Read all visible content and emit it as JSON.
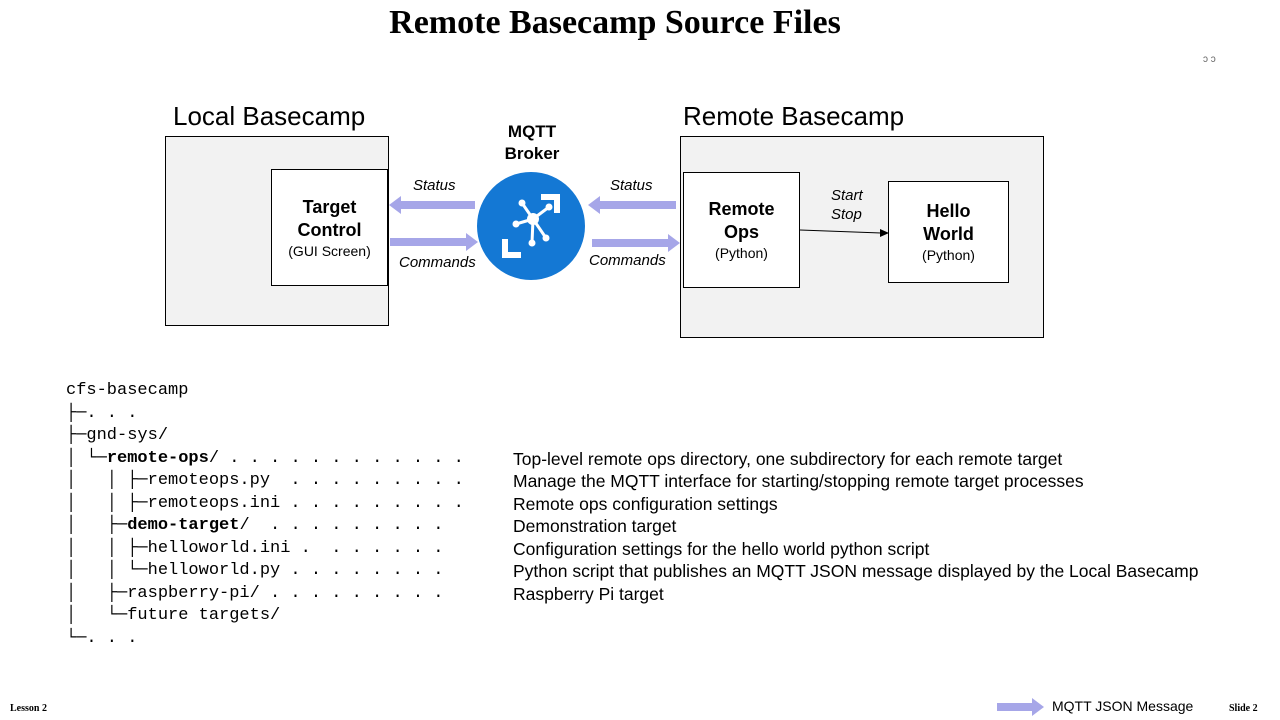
{
  "title": "Remote Basecamp Source Files",
  "corner_mark": "ↄ ↄ",
  "diagram": {
    "local_label": "Local Basecamp",
    "remote_label": "Remote Basecamp",
    "broker_label_line1": "MQTT",
    "broker_label_line2": "Broker",
    "broker_icon": "mqtt-broker-icon",
    "target_control": {
      "title_line1": "Target",
      "title_line2": "Control",
      "subtitle": "(GUI Screen)"
    },
    "remote_ops": {
      "title_line1": "Remote",
      "title_line2": "Ops",
      "subtitle": "(Python)"
    },
    "hello_world": {
      "title_line1": "Hello",
      "title_line2": "World",
      "subtitle": "(Python)"
    },
    "status_left": "Status",
    "commands_left": "Commands",
    "status_right": "Status",
    "commands_right": "Commands",
    "start_label": "Start",
    "stop_label": "Stop",
    "arrow_color": "#a6a6e8",
    "broker_color": "#1478d4"
  },
  "tree": [
    {
      "prefix": "cfs-basecamp",
      "name": "",
      "suffix": "",
      "desc": ""
    },
    {
      "prefix": "├─. . .",
      "name": "",
      "suffix": "",
      "desc": ""
    },
    {
      "prefix": "├─gnd-sys/",
      "name": "",
      "suffix": "",
      "desc": ""
    },
    {
      "prefix": "│ └─",
      "name": "remote-ops",
      "suffix": "/ . . . . . . . . . . . .",
      "desc": "Top-level remote ops directory, one subdirectory for each remote target"
    },
    {
      "prefix": "│   │ ├─remoteops.py  . . . . . . . . .",
      "name": "",
      "suffix": "",
      "desc": "Manage the MQTT interface for starting/stopping remote target processes"
    },
    {
      "prefix": "│   │ ├─remoteops.ini . . . . . . . . .",
      "name": "",
      "suffix": "",
      "desc": "Remote ops configuration settings"
    },
    {
      "prefix": "│   ├─",
      "name": "demo-target",
      "suffix": "/  . . . . . . . . .",
      "desc": "Demonstration target"
    },
    {
      "prefix": "│   │ ├─helloworld.ini .  . . . . . .",
      "name": "",
      "suffix": "",
      "desc": "Configuration settings for the hello world python script"
    },
    {
      "prefix": "│   │ └─helloworld.py . . . . . . . .",
      "name": "",
      "suffix": "",
      "desc": "Python script that  publishes an MQTT JSON message displayed by the Local Basecamp"
    },
    {
      "prefix": "│   ├─raspberry-pi/ . . . . . . . . .",
      "name": "",
      "suffix": "",
      "desc": "Raspberry Pi target"
    },
    {
      "prefix": "│   └─future targets/",
      "name": "",
      "suffix": "",
      "desc": ""
    },
    {
      "prefix": "└─. . .",
      "name": "",
      "suffix": "",
      "desc": ""
    }
  ],
  "legend": {
    "label": "MQTT JSON Message"
  },
  "footer": {
    "left": "Lesson 2",
    "right": "Slide 2"
  }
}
